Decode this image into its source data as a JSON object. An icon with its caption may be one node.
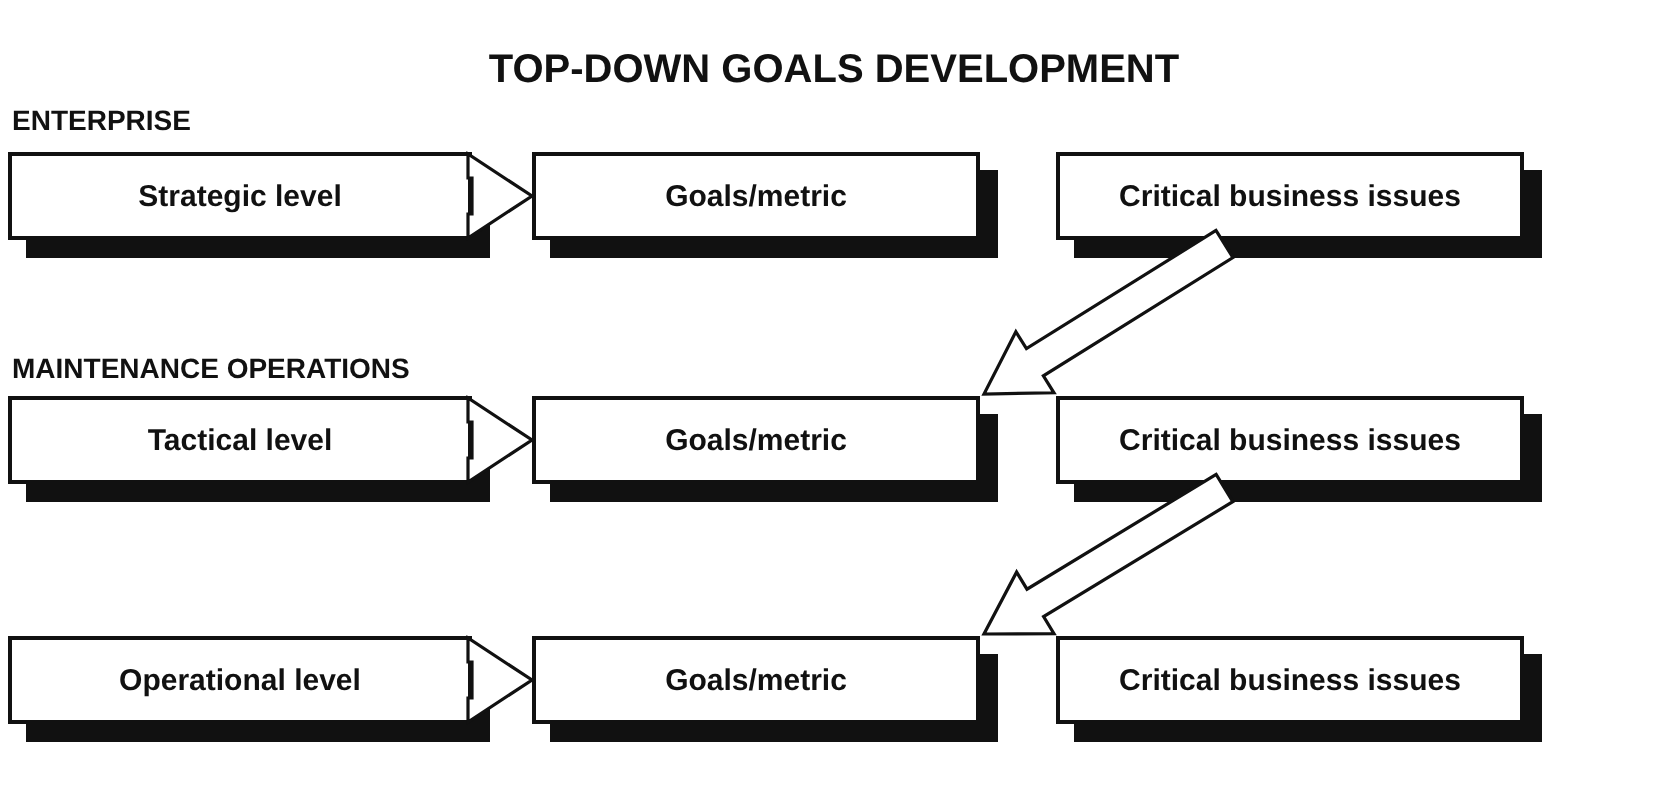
{
  "diagram": {
    "title": "TOP-DOWN GOALS DEVELOPMENT",
    "nodes": [
      {
        "text": [
          "Strategic level"
        ]
      },
      {
        "text": [
          "Goals/metric"
        ]
      },
      {
        "text": [
          "Critical business issues"
        ]
      },
      {
        "text": [
          "Tactical level"
        ]
      },
      {
        "text": [
          "Goals/metric"
        ]
      },
      {
        "text": [
          "Critical business issues"
        ]
      },
      {
        "text": [
          "Operational level"
        ]
      },
      {
        "text": [
          "Goals/metric"
        ]
      },
      {
        "text": [
          "Critical business issues"
        ]
      }
    ],
    "edges": [
      {
        "from": 0,
        "to": 1,
        "arrow": "to"
      },
      {
        "from": 2,
        "to": 4,
        "arrow": "to"
      },
      {
        "from": 3,
        "to": 4,
        "arrow": "to"
      },
      {
        "from": 5,
        "to": 7,
        "arrow": "to"
      },
      {
        "from": 6,
        "to": 7,
        "arrow": "to"
      }
    ],
    "labels": [
      "ENTERPRISE",
      "MAINTENANCE OPERATIONS"
    ]
  }
}
